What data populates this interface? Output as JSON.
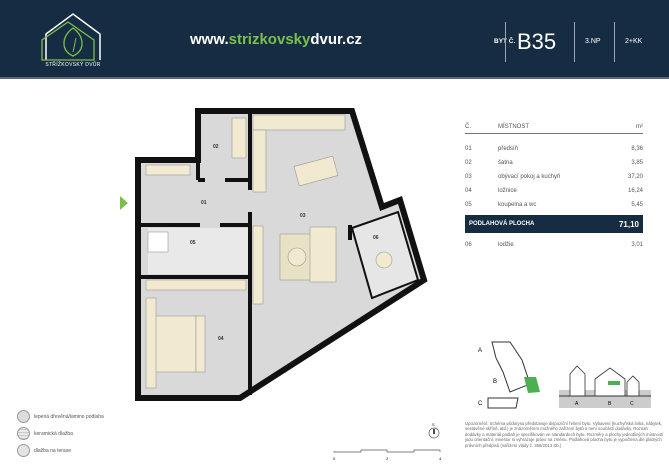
{
  "header": {
    "logo_text": "STŘÍŽKOVSKÝ DVŮR",
    "url_prefix": "www.",
    "url_green": "strizkovsky",
    "url_suffix": "dvur.cz",
    "apt_label": "BYT Č.",
    "apt_number": "B35",
    "floor": "3.NP",
    "layout": "2+KK",
    "accent": "#7cc04b",
    "bg": "#152c42"
  },
  "table": {
    "col_no": "Č.",
    "col_room": "MÍSTNOST",
    "col_area": "m²",
    "rows": [
      {
        "no": "01",
        "name": "předsíň",
        "area": "8,36"
      },
      {
        "no": "02",
        "name": "šatna",
        "area": "3,85"
      },
      {
        "no": "03",
        "name": "obývací pokoj a kuchyň",
        "area": "37,20"
      },
      {
        "no": "04",
        "name": "ložnice",
        "area": "16,24"
      },
      {
        "no": "05",
        "name": "koupelna a wc",
        "area": "5,45"
      }
    ],
    "total_label": "PODLAHOVÁ PLOCHA",
    "total_area": "71,10",
    "extra": {
      "no": "06",
      "name": "lodžie",
      "area": "3,01"
    }
  },
  "plan": {
    "labels": [
      "01",
      "02",
      "03",
      "04",
      "05",
      "06"
    ]
  },
  "keyplan": {
    "buildings": [
      "A",
      "B",
      "C"
    ]
  },
  "legend": [
    "lepená dřevěná/lamino podlaha",
    "keramická dlažba",
    "dlažba na terase"
  ],
  "compass": "S",
  "scale": [
    "0",
    "2",
    "4"
  ],
  "note": "Upozornění: Schéma půdorysu představuje dispoziční řešení bytu. Vybavení (kuchyňská linka, nábytek, vestavěné skříně, atd.) je znázorněním možného zařízení bytů a není součástí dodávky. Rozsah dodávky a materiál podlah je specifikován ve standardech bytu. Rozměry a plochy jednotlivých místností jsou orientační. Investor si vyhrazuje právo na změnu. Podlahová plocha bytu je vypočtena dle platných právních předpisů (nařízení vlády č. 366/2013 Sb.)"
}
